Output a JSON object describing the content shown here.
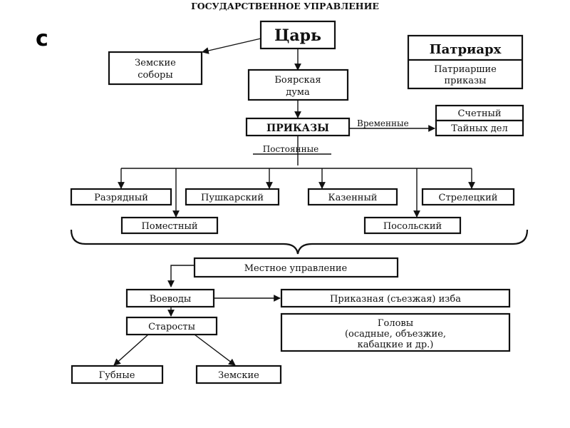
{
  "title": "ГОСУДАРСТВЕННОЕ УПРАВЛЕНИЕ",
  "edge_fragment": "с",
  "nodes": {
    "tsar": "Царь",
    "zemskie_sobory": [
      "Земские",
      "соборы"
    ],
    "boyar_duma": [
      "Боярская",
      "дума"
    ],
    "patriarch": "Патриарх",
    "patriarch_prikazy": [
      "Патриаршие",
      "приказы"
    ],
    "prikazy": "ПРИКАЗЫ",
    "schetny": "Счетный",
    "tainykh_del": "Тайных дел",
    "razryadny": "Разрядный",
    "pushkarsky": "Пушкарский",
    "kazenny": "Казенный",
    "streletsky": "Стрелецкий",
    "pomestny": "Поместный",
    "posolsky": "Посольский",
    "local_admin": "Местное управление",
    "voevody": "Воеводы",
    "prikaznaya_izba": "Приказная (съезжая) изба",
    "starosty": "Старосты",
    "golovy": [
      "Головы",
      "(осадные, объезжие,",
      "кабацкие и др.)"
    ],
    "gubnye": "Губные",
    "zemskie": "Земские"
  },
  "edge_labels": {
    "temporary": "Временные",
    "permanent": "Постоянные"
  }
}
